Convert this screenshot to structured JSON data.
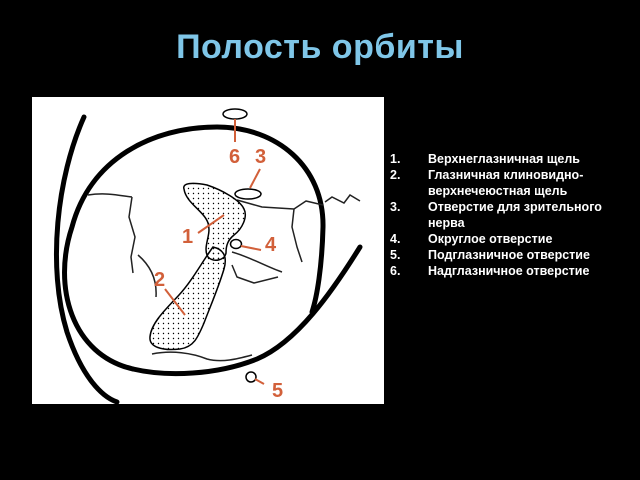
{
  "title": "Полость орбиты",
  "figure": {
    "labels": [
      "1",
      "2",
      "3",
      "4",
      "5",
      "6"
    ]
  },
  "legend": {
    "items": [
      {
        "num": "1.",
        "text": "Верхнеглазничная щель"
      },
      {
        "num": "2.",
        "text": "Глазничная клиновидно-верхнечеюстная щель"
      },
      {
        "num": "3.",
        "text": "Отверстие для зрительного нерва"
      },
      {
        "num": "4.",
        "text": "Округлое отверстие"
      },
      {
        "num": "5.",
        "text": "Подглазничное отверстие"
      },
      {
        "num": "6.",
        "text": "Надглазничное отверстие"
      }
    ]
  },
  "colors": {
    "title": "#7fc6e8",
    "label": "#d2603a",
    "background": "#000000",
    "figure_bg": "#ffffff"
  }
}
